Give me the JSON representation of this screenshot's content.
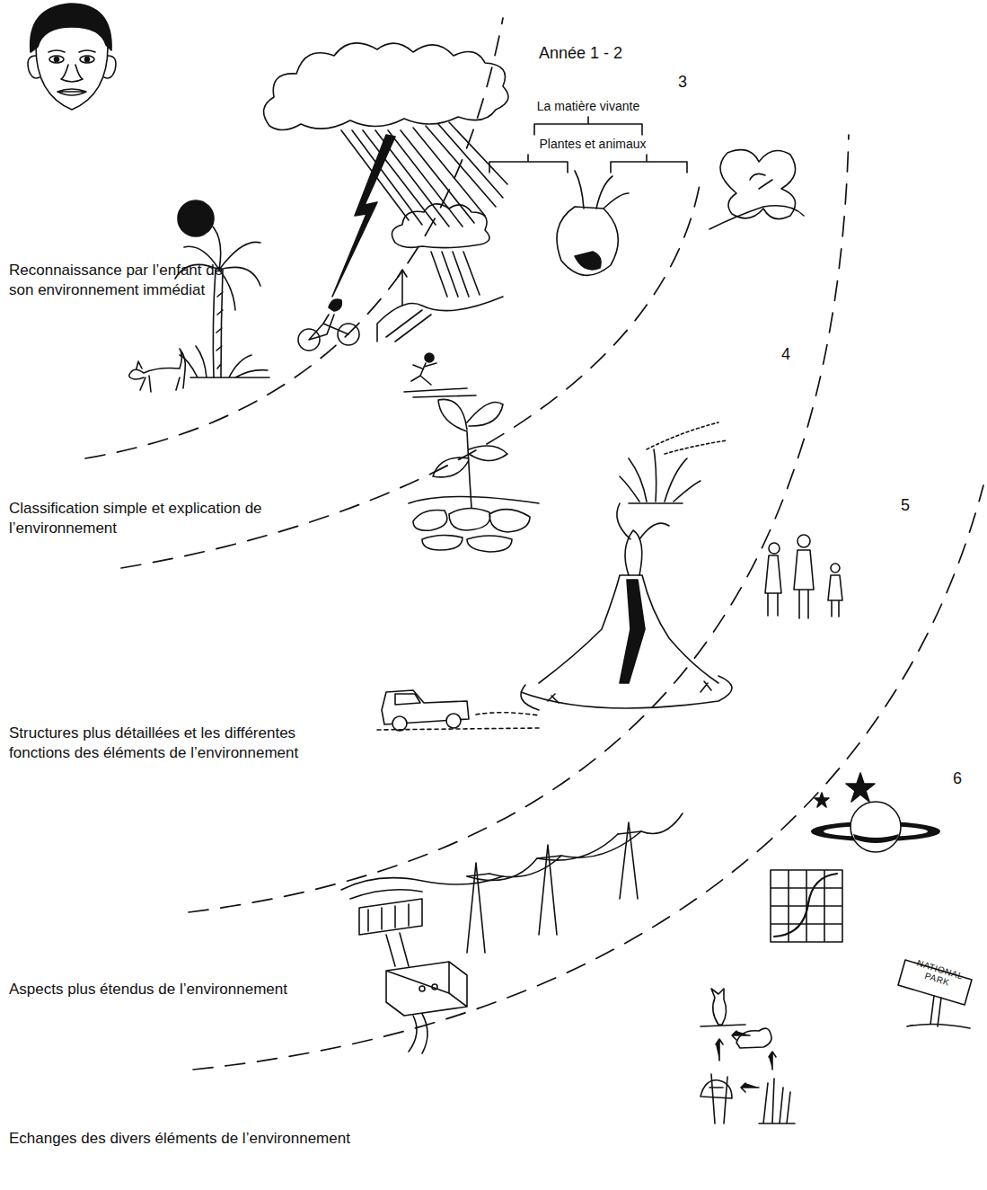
{
  "diagram": {
    "labels": [
      "Année 1 - 2",
      "3",
      "La matière vivante",
      "Plantes et animaux",
      "Reconnaissance par l’enfant de son environnement immédiat",
      "4",
      "5",
      "Classification simple et explication de l’environnement",
      "Structures plus détaillées et les différentes fonctions des éléments de l’environnement",
      "6",
      "Aspects plus étendus de l’environnement",
      "NATIONAL PARK",
      "Echanges des divers éléments de l’environnement"
    ]
  }
}
